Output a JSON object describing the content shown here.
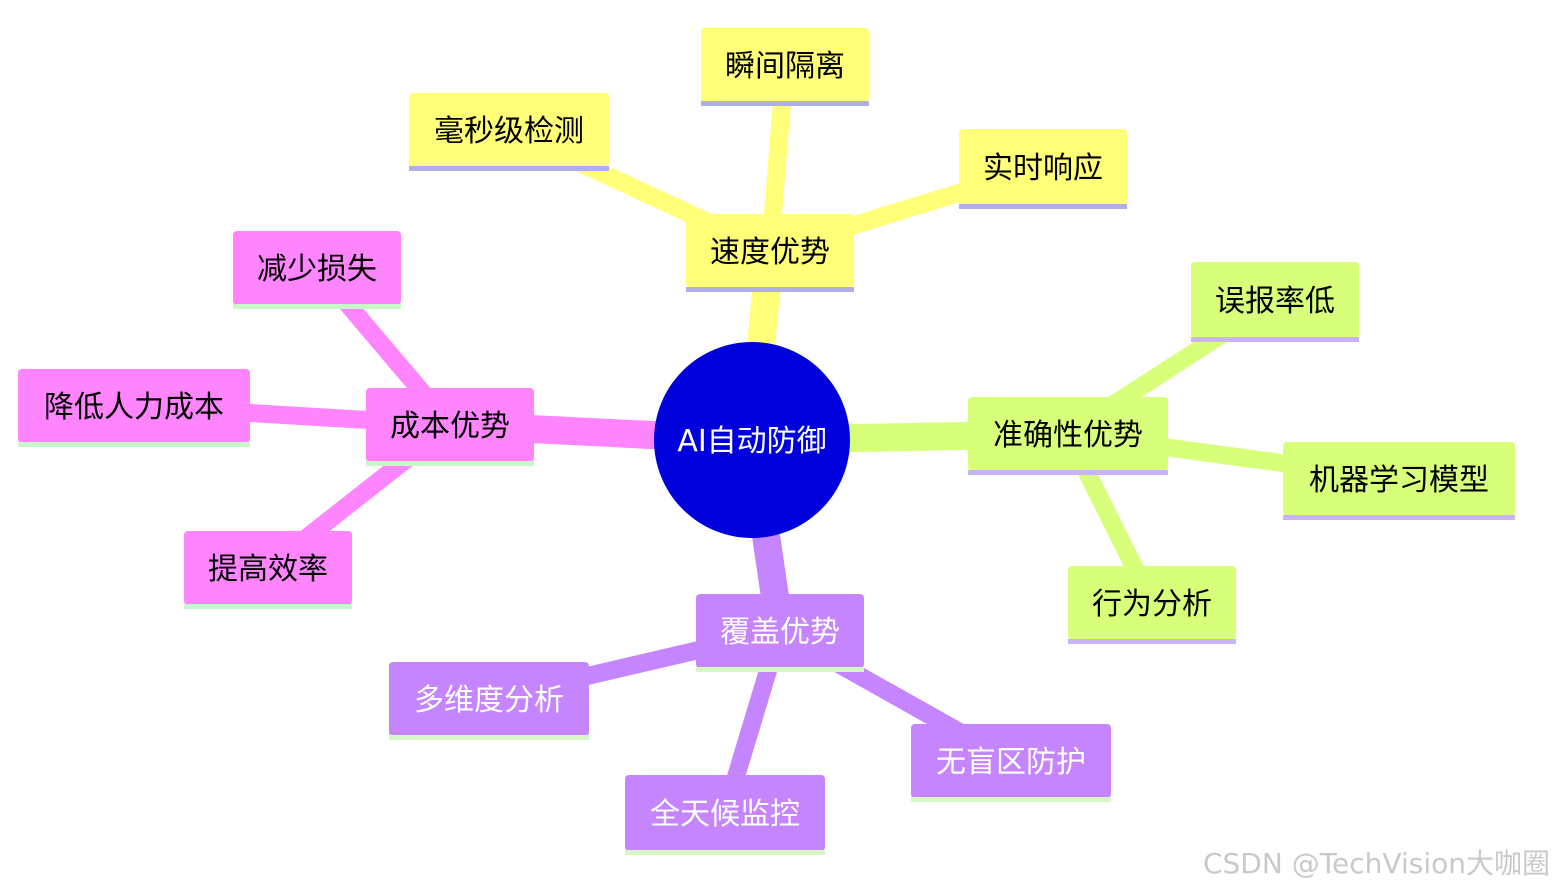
{
  "root": {
    "label": "AI自动防御",
    "color": "#0000dd",
    "text_color": "#ffffff"
  },
  "branches": [
    {
      "id": "speed",
      "label": "速度优势",
      "color": "#ffff78",
      "underline": "#b0aee8",
      "text_color": "#000000",
      "children": [
        {
          "id": "millisecond-detection",
          "label": "毫秒级检测"
        },
        {
          "id": "instant-isolation",
          "label": "瞬间隔离"
        },
        {
          "id": "realtime-response",
          "label": "实时响应"
        }
      ]
    },
    {
      "id": "accuracy",
      "label": "准确性优势",
      "color": "#d8ff7a",
      "underline": "#c7b3f5",
      "text_color": "#000000",
      "children": [
        {
          "id": "low-false-alarm",
          "label": "误报率低"
        },
        {
          "id": "ml-model",
          "label": "机器学习模型"
        },
        {
          "id": "behavior-analysis",
          "label": "行为分析"
        }
      ]
    },
    {
      "id": "coverage",
      "label": "覆盖优势",
      "color": "#c585ff",
      "underline": "#d7f7c6",
      "text_color": "#ffffff",
      "children": [
        {
          "id": "multi-dim-analysis",
          "label": "多维度分析"
        },
        {
          "id": "all-day-monitoring",
          "label": "全天候监控"
        },
        {
          "id": "no-blind-spot",
          "label": "无盲区防护"
        }
      ]
    },
    {
      "id": "cost",
      "label": "成本优势",
      "color": "#ff85ff",
      "underline": "#c9f7c9",
      "text_color": "#000000",
      "children": [
        {
          "id": "reduce-loss",
          "label": "减少损失"
        },
        {
          "id": "reduce-labor-cost",
          "label": "降低人力成本"
        },
        {
          "id": "improve-efficiency",
          "label": "提高效率"
        }
      ]
    }
  ],
  "watermark": "CSDN @TechVision大咖圈"
}
